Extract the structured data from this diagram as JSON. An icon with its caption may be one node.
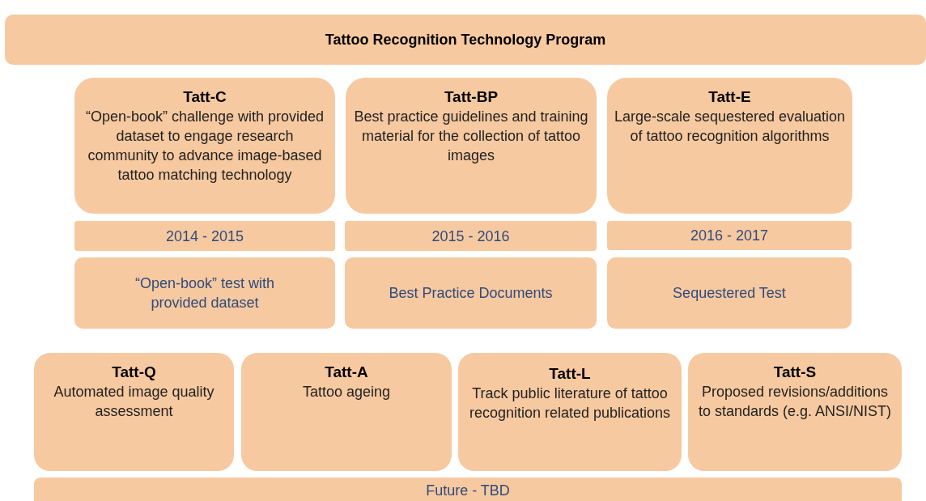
{
  "diagram": {
    "nodes": [
      {
        "text": [
          "Tattoo Recognition Technology Program"
        ]
      },
      {
        "text": [
          "Tatt-C",
          "“Open-book” challenge with provided dataset to engage research community to advance image-based tattoo matching technology"
        ]
      },
      {
        "text": [
          "Tatt-BP",
          "Best practice guidelines and training material for the collection of tattoo images"
        ]
      },
      {
        "text": [
          "Tatt-E",
          "Large-scale sequestered evaluation of tattoo recognition algorithms"
        ]
      },
      {
        "text": [
          "2014 - 2015"
        ]
      },
      {
        "text": [
          "2015 - 2016"
        ]
      },
      {
        "text": [
          "2016 - 2017"
        ]
      },
      {
        "text": [
          "“Open-book” test with provided dataset"
        ]
      },
      {
        "text": [
          "Best Practice Documents"
        ]
      },
      {
        "text": [
          "Sequestered Test"
        ]
      },
      {
        "text": [
          "Tatt-Q",
          "Automated image quality assessment"
        ]
      },
      {
        "text": [
          "Tatt-A",
          "Tattoo ageing"
        ]
      },
      {
        "text": [
          "Tatt-L",
          "Track public literature of tattoo recognition related publications"
        ]
      },
      {
        "text": [
          "Tatt-S",
          "Proposed revisions/additions to standards (e.g. ANSI/NIST)"
        ]
      },
      {
        "text": [
          "Future - TBD"
        ]
      }
    ]
  }
}
